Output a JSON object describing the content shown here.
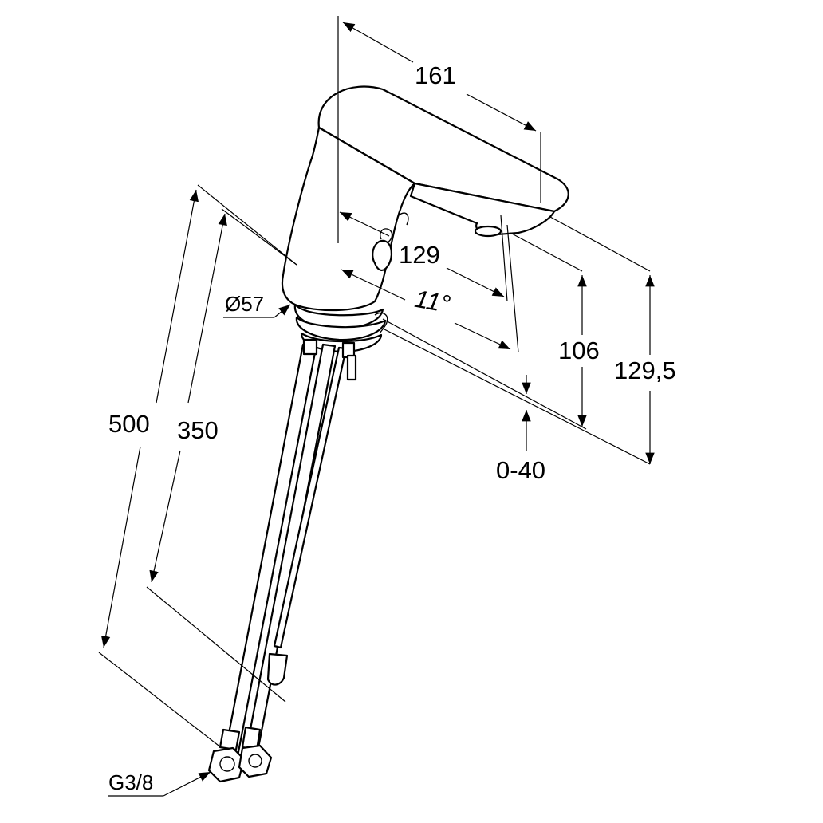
{
  "drawing": {
    "dimensions": {
      "spout_reach": "161",
      "projection": "129",
      "angle": "11°",
      "spout_height": "106",
      "total_height": "129,5",
      "deck_thickness": "0-40",
      "hose_length_long": "500",
      "hose_length_short": "350",
      "base_diameter": "Ø57",
      "connection_thread": "G3/8"
    },
    "colors": {
      "line": "#000000",
      "background": "#ffffff"
    }
  }
}
